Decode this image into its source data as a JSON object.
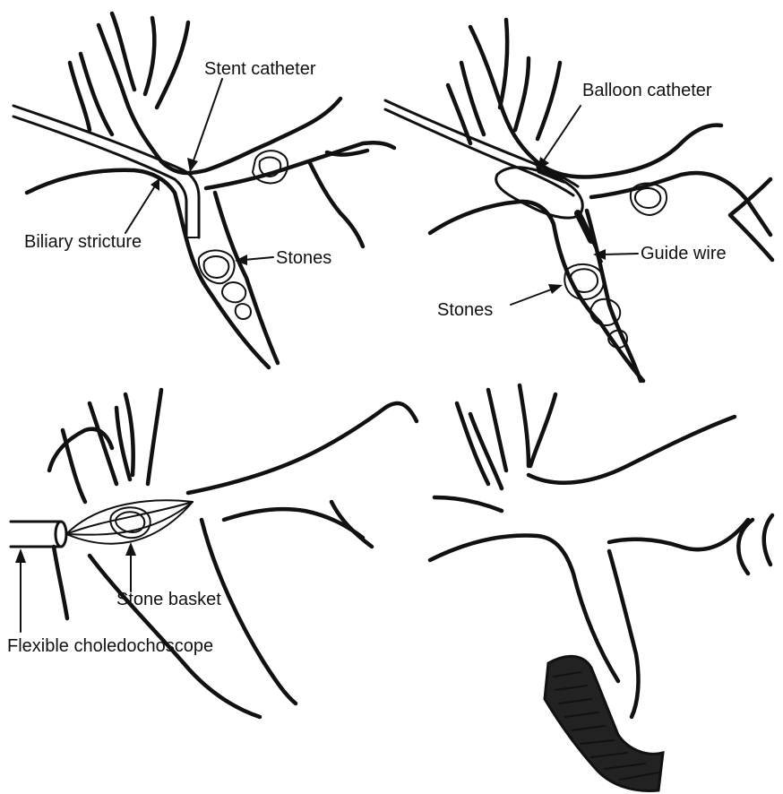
{
  "labels": {
    "stent_catheter": "Stent catheter",
    "biliary_stricture": "Biliary stricture",
    "stones_1": "Stones",
    "balloon_catheter": "Balloon catheter",
    "guide_wire": "Guide wire",
    "stones_2": "Stones",
    "stone_basket": "Stone basket",
    "flexible_choledochoscope": "Flexible choledochoscope"
  },
  "colors": {
    "ink": "#111111",
    "background": "#ffffff"
  }
}
